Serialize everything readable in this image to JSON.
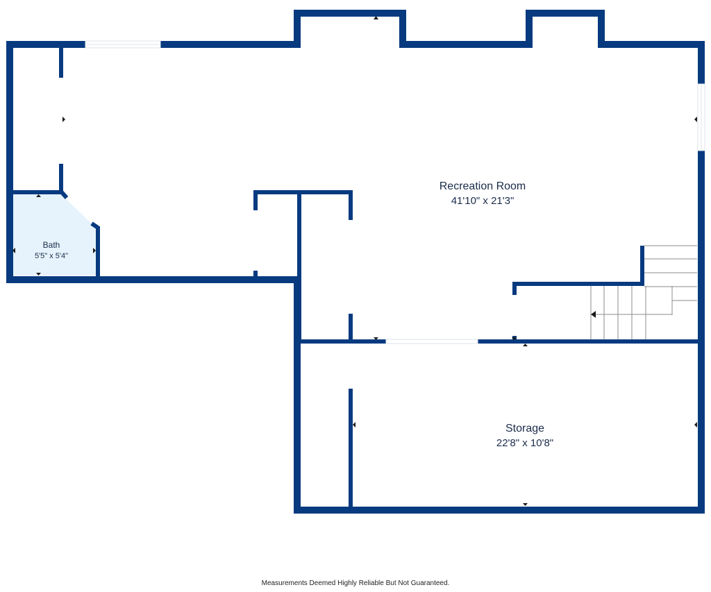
{
  "colors": {
    "wall": "#073a7f",
    "bath_fill": "#e6f3fc",
    "window": "#dde6ee",
    "stair": "#8b8b8b",
    "label": "#1a2b4a"
  },
  "rooms": [
    {
      "name": "Recreation Room",
      "dims": "41'10\" x 21'3\""
    },
    {
      "name": "Bath",
      "dims": "5'5\" x 5'4\""
    },
    {
      "name": "Storage",
      "dims": "22'8\" x 10'8\""
    }
  ],
  "footer": {
    "disclaimer": "Measurements Deemed Highly Reliable But Not Guaranteed."
  }
}
